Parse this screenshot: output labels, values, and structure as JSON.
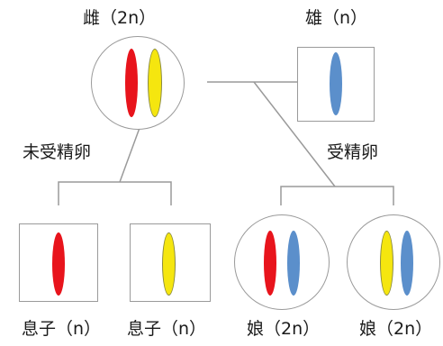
{
  "labels": {
    "mother": "雌（2n）",
    "father": "雄（n）",
    "unfertilized": "未受精卵",
    "fertilized": "受精卵",
    "son1": "息子（n）",
    "son2": "息子（n）",
    "daughter1": "娘（2n）",
    "daughter2": "娘（2n）"
  },
  "colors": {
    "red": "#e8141c",
    "yellow": "#f5e60f",
    "blue": "#5b8fcb",
    "line": "#9a9a9a"
  }
}
